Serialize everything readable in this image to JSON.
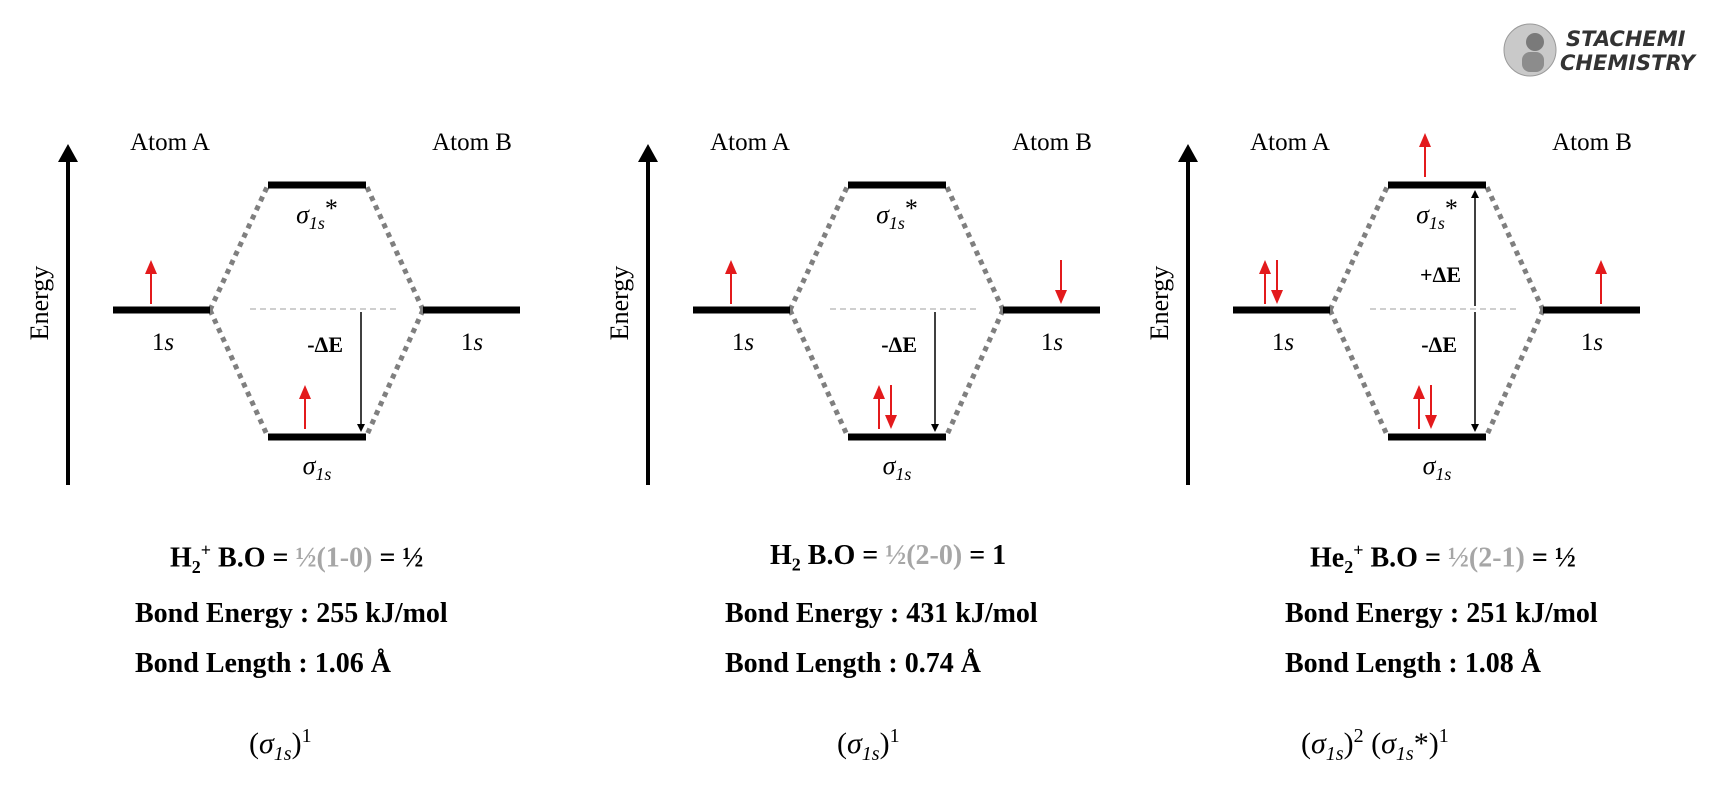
{
  "brand": {
    "line1": "STACHEMI",
    "line2": "CHEMISTRY"
  },
  "labels": {
    "energy": "Energy",
    "atom_a": "Atom A",
    "atom_b": "Atom B",
    "ao": "1",
    "ao_sub": "s",
    "sigma": "σ",
    "sigma_sub": "1s",
    "star": "*"
  },
  "colors": {
    "electron": "#e31a1c",
    "level": "#000000",
    "muted": "#a6a6a6",
    "dotted": "#7f7f7f"
  },
  "panels": [
    {
      "id": "h2plus",
      "electrons": {
        "atom_a": [
          "up"
        ],
        "atom_b": [],
        "bonding": [
          "up"
        ],
        "antibonding": []
      },
      "arrows": [
        {
          "text": "-ΔE",
          "direction": "down"
        }
      ],
      "bo": {
        "species": "H",
        "sub": "2",
        "sup": "+",
        "label": " B.O = ",
        "formula": "½(1-0)",
        "result": " = ½"
      },
      "bond_energy": "Bond Energy : 255 kJ/mol",
      "bond_length": "Bond Length : 1.06 Å",
      "config": [
        {
          "base": "(σ",
          "sub": "1s",
          "close": ")",
          "sup": "1"
        }
      ]
    },
    {
      "id": "h2",
      "electrons": {
        "atom_a": [
          "up"
        ],
        "atom_b": [
          "down"
        ],
        "bonding": [
          "up",
          "down"
        ],
        "antibonding": []
      },
      "arrows": [
        {
          "text": "-ΔE",
          "direction": "down"
        }
      ],
      "bo": {
        "species": "H",
        "sub": "2",
        "sup": "",
        "label": " B.O = ",
        "formula": "½(2-0)",
        "result": " = 1"
      },
      "bond_energy": "Bond Energy : 431 kJ/mol",
      "bond_length": "Bond Length : 0.74 Å",
      "config": [
        {
          "base": "(σ",
          "sub": "1s",
          "close": ")",
          "sup": "1"
        }
      ]
    },
    {
      "id": "he2plus",
      "electrons": {
        "atom_a": [
          "up",
          "down"
        ],
        "atom_b": [
          "up"
        ],
        "bonding": [
          "up",
          "down"
        ],
        "antibonding": [
          "up"
        ]
      },
      "arrows": [
        {
          "text": "+ΔE",
          "direction": "up"
        },
        {
          "text": "-ΔE",
          "direction": "down"
        }
      ],
      "bo": {
        "species": "He",
        "sub": "2",
        "sup": "+",
        "label": " B.O = ",
        "formula": "½(2-1)",
        "result": " = ½"
      },
      "bond_energy": "Bond Energy : 251 kJ/mol",
      "bond_length": "Bond Length : 1.08 Å",
      "config": [
        {
          "base": "(σ",
          "sub": "1s",
          "close": ")",
          "sup": "2"
        },
        {
          "base": " (σ",
          "sub": "1s",
          "close": "*)",
          "sup": "1"
        }
      ]
    }
  ]
}
